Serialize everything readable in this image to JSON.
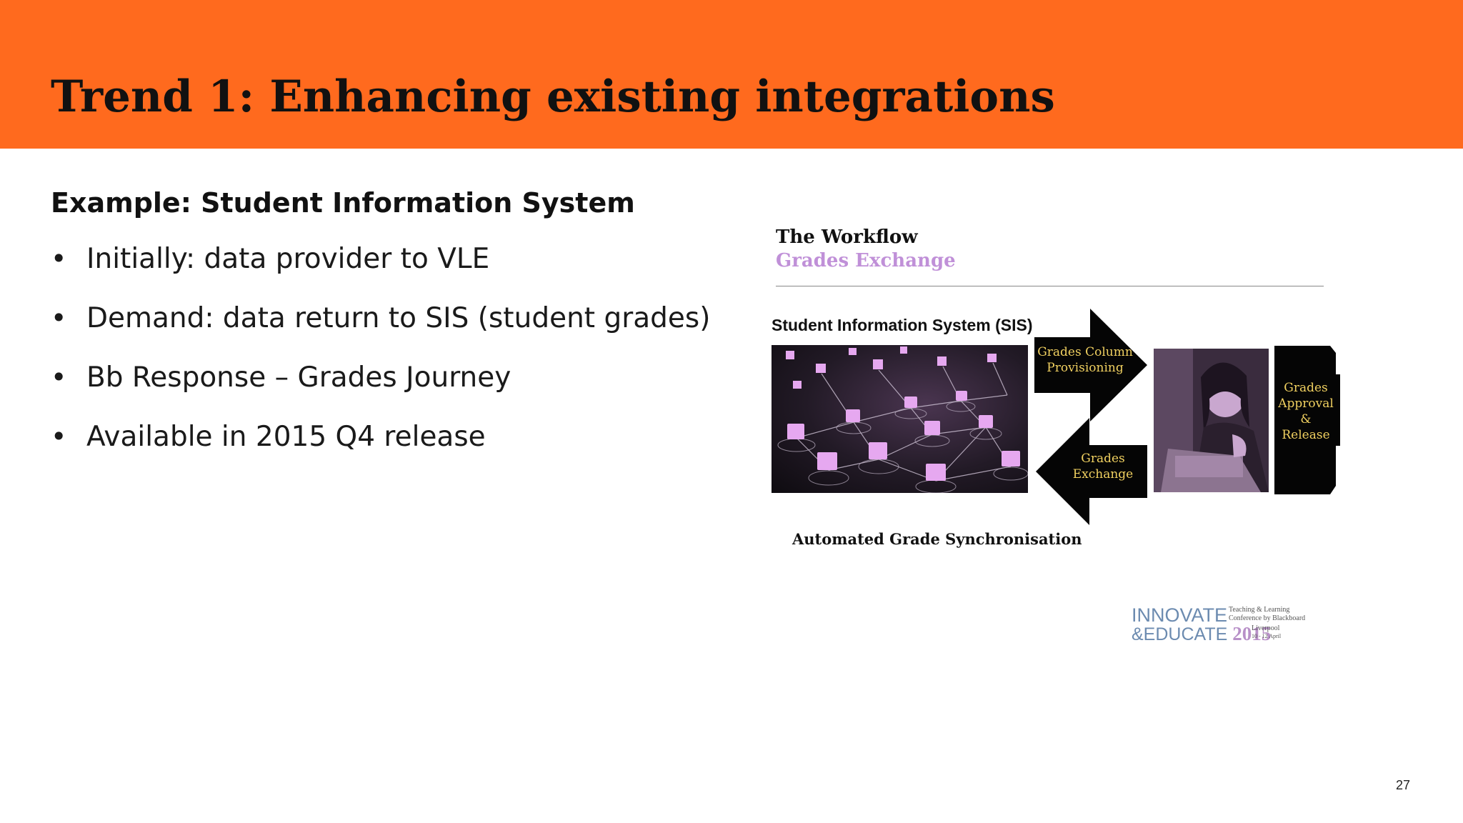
{
  "header": {
    "title": "Trend 1: Enhancing existing integrations",
    "band_color": "#ff6a1e"
  },
  "left": {
    "subheading": "Example: Student Information System",
    "bullet_glyph": "•",
    "bullets": [
      "Initially: data provider to VLE",
      "Demand: data return to SIS (student grades)",
      "Bb Response – Grades Journey",
      "Available in 2015 Q4 release"
    ]
  },
  "workflow": {
    "title": "The Workflow",
    "subtitle": "Grades Exchange",
    "subtitle_color": "#c090d8",
    "sis_label": "Student Information System (SIS)",
    "arrow_right_label": [
      "Grades Column",
      "Provisioning"
    ],
    "arrow_left_label": [
      "Grades",
      "Exchange"
    ],
    "approval_label": [
      "Grades",
      "Approval",
      "&",
      "Release"
    ],
    "footer_label": "Automated Grade Synchronisation",
    "label_color": "#f0d060",
    "images": [
      "network-of-laptops-image",
      "woman-with-laptop-image"
    ]
  },
  "logo": {
    "line1": "INNOVATE",
    "line2_prefix": "&EDUCATE",
    "year": "2015",
    "tagline1": "Teaching & Learning",
    "tagline2": "Conference by Blackboard",
    "city": "Liverpool",
    "dates": "10 - 12 April"
  },
  "page_number": "27"
}
